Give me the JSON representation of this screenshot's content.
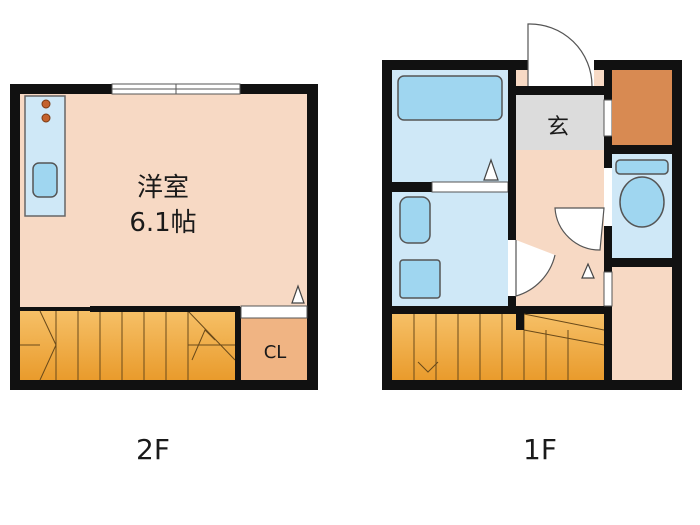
{
  "floor_2": {
    "caption": "2F",
    "room_name": "洋室",
    "room_size": "6.1帖",
    "closet_label": "CL"
  },
  "floor_1": {
    "caption": "1F",
    "entrance_label": "玄"
  },
  "colors": {
    "wall": "#111111",
    "room_floor": "#f7d9c4",
    "wet_area": "#cfe8f7",
    "stairs": "#f2a93b",
    "closet": "#f0b483",
    "storage": "#d88a52",
    "entrance": "#dcdcdc",
    "fixture": "#9fd6f0"
  }
}
